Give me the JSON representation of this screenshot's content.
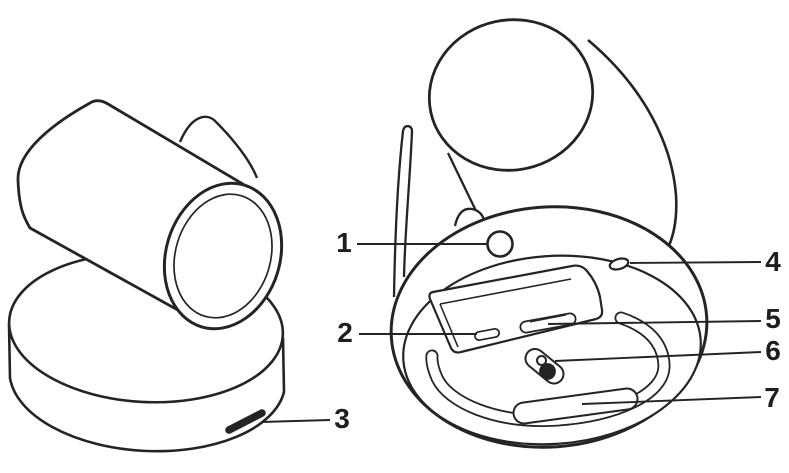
{
  "callouts": [
    {
      "number": "1"
    },
    {
      "number": "2"
    },
    {
      "number": "3"
    },
    {
      "number": "4"
    },
    {
      "number": "5"
    },
    {
      "number": "6"
    },
    {
      "number": "7"
    }
  ],
  "colors": {
    "line_color": "#242424",
    "background": "#ffffff"
  }
}
